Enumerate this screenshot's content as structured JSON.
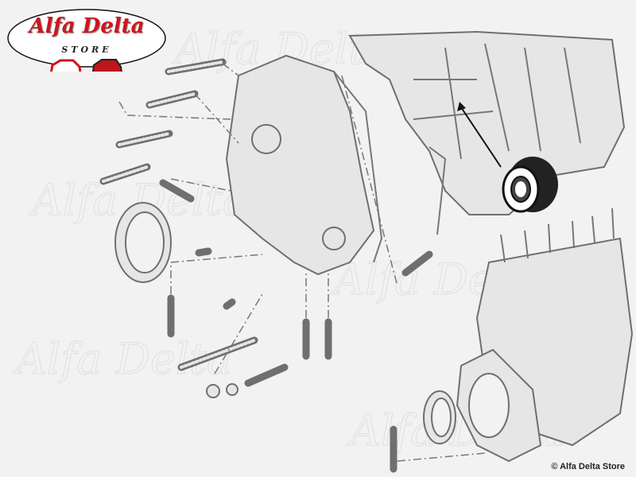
{
  "logo": {
    "title": "Alfa Delta",
    "subtitle": "STORE",
    "brand_color": "#d0141c"
  },
  "watermark": "Alfa Delta",
  "copyright": "© Alfa Delta Store",
  "highlighted_part": "bearing"
}
